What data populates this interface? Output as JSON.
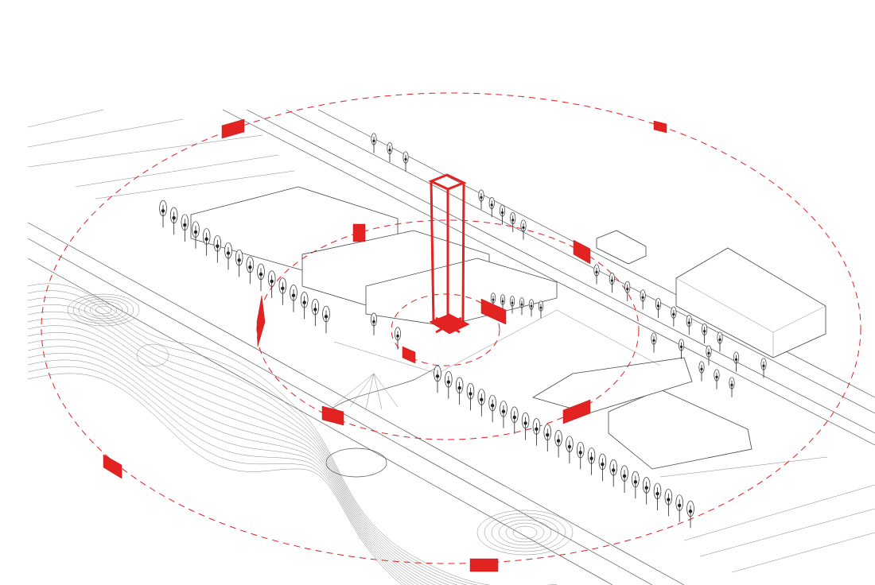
{
  "diagram": {
    "type": "axonometric site plan",
    "colors": {
      "accent": "#e32222",
      "linework": "#555555",
      "background": "#ffffff"
    },
    "elements": {
      "tower": "red-tower-frame",
      "signs": "red-sign-panels",
      "influence_zones": [
        "outer-dashed-ring",
        "inner-dashed-ring",
        "tower-dashed-ring"
      ],
      "trees": "tree-rows",
      "terrain": "contour-lines"
    }
  }
}
